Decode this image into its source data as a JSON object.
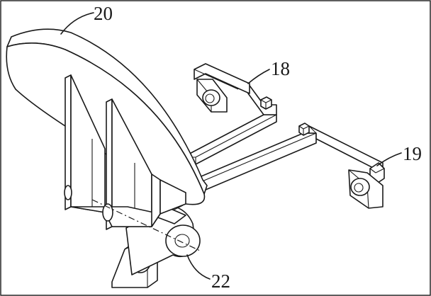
{
  "figure": {
    "colors": {
      "line": "#1a1a1a",
      "paper": "#ffffff"
    },
    "labels": {
      "disc": "20",
      "upper_arm": "18",
      "lower_arm": "19",
      "hub": "22"
    }
  }
}
